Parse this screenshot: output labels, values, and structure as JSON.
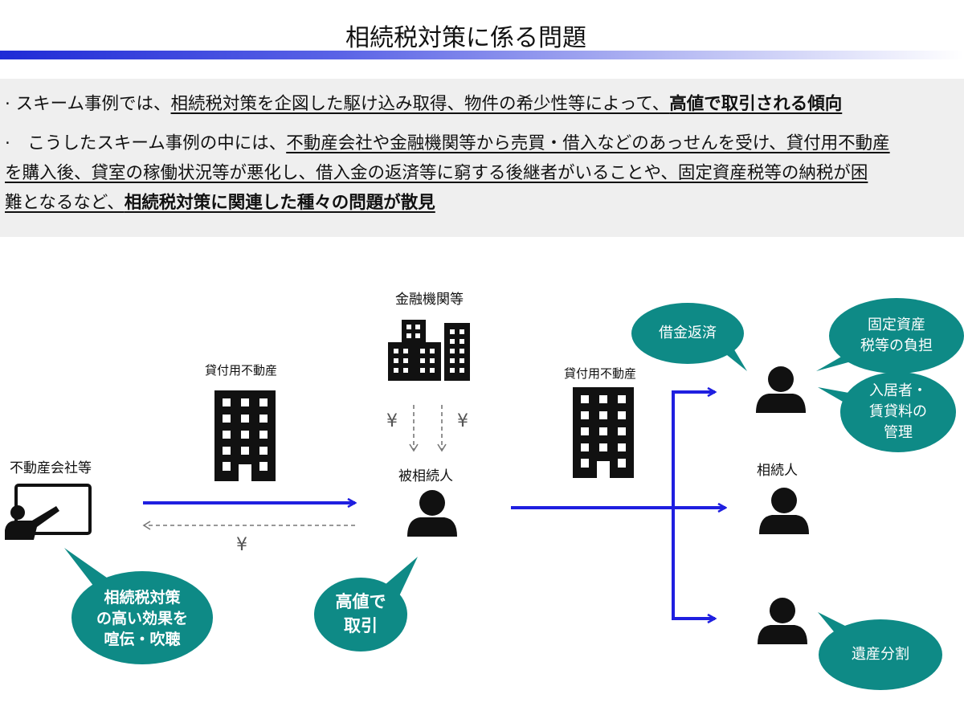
{
  "title": "相続税対策に係る問題",
  "summary": {
    "line1": {
      "prefix": "スキーム事例では、",
      "u": "相続税対策を企図した駆け込み取得、物件の希少性等によって、",
      "bold": "高値で取引される傾向"
    },
    "line2": {
      "prefix": "　こうしたスキーム事例の中には、",
      "u": "不動産会社や金融機関等から売買・借入などのあっせんを受け、貸付用不動産"
    },
    "line3": {
      "u": "を購入後、貸室の稼働状況等が悪化し、借入金の返済等に窮する後継者がいることや、固定資産税等の納税が困"
    },
    "line4": {
      "u": "難となるなど、",
      "bold": "相続税対策に関連した種々の問題が散見"
    }
  },
  "diagram": {
    "financial_institutions": "金融機関等",
    "rental_property_left": "貸付用不動産",
    "rental_property_right": "貸付用不動産",
    "real_estate_company": "不動産会社等",
    "decedent": "被相続人",
    "heirs": "相続人",
    "yen": "¥",
    "bubble_promotion": [
      "相続税対策",
      "の高い効果を",
      "喧伝・吹聴"
    ],
    "bubble_high_price": [
      "高値で",
      "取引"
    ],
    "bubble_loan": "借金返済",
    "bubble_tax": [
      "固定資産",
      "税等の負担"
    ],
    "bubble_tenants": [
      "入居者・",
      "賃貸料の",
      "管理"
    ],
    "bubble_division": "遺産分割"
  },
  "colors": {
    "arrow": "#1f1fe0",
    "bubble": "#0e8a86",
    "icon": "#111111"
  }
}
